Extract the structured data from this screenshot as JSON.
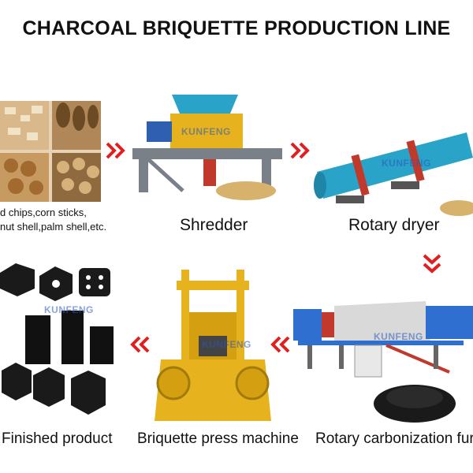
{
  "title": "CHARCOAL BRIQUETTE PRODUCTION LINE",
  "steps": {
    "raw_materials": {
      "line1": "d chips,corn sticks,",
      "line2": "nut shell,palm shell,etc."
    },
    "shredder": "Shredder",
    "rotary_dryer": "Rotary dryer",
    "carbonization": "Rotary carbonization fur",
    "press": "Briquette press machine",
    "finished": "Finished product"
  },
  "watermark": "KUNFENG",
  "colors": {
    "arrow": "#e02020",
    "machine_blue": "#2aa3c9",
    "machine_yellow": "#e6b31e",
    "charcoal": "#1a1a1a"
  }
}
